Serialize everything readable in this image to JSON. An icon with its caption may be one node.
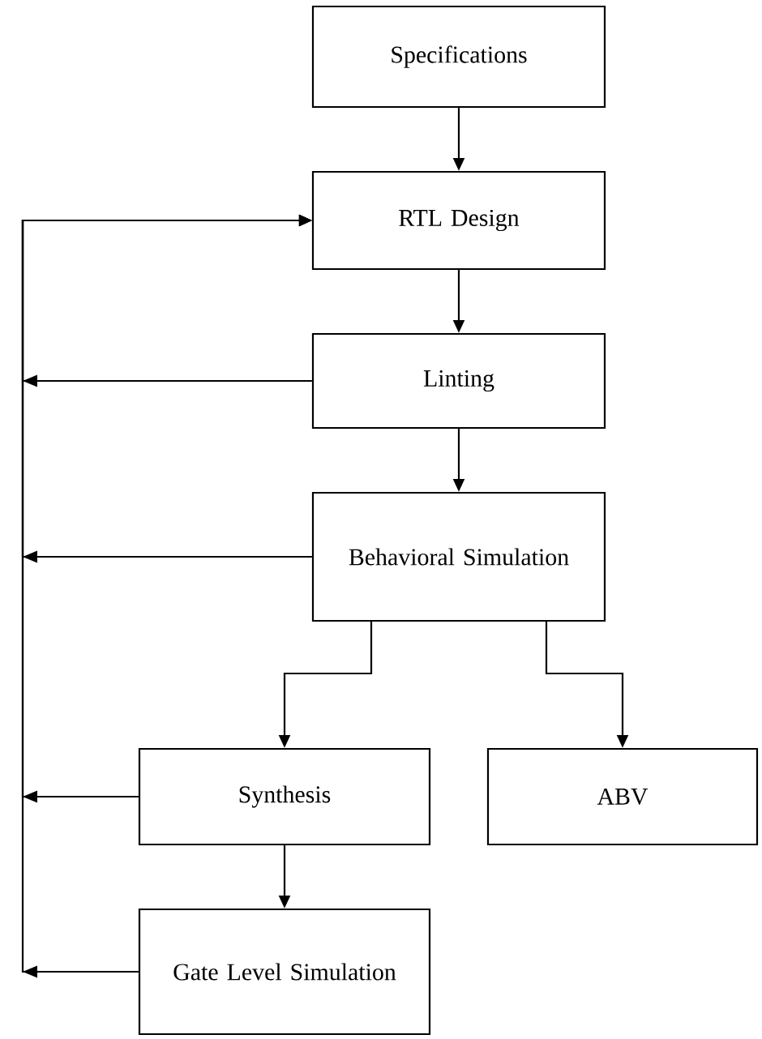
{
  "diagram": {
    "nodes": [
      {
        "text": [
          "Specifications"
        ]
      },
      {
        "text": [
          "RTL Design"
        ]
      },
      {
        "text": [
          "Linting"
        ]
      },
      {
        "text": [
          "Behavioral Simulation"
        ]
      },
      {
        "text": [
          "Synthesis"
        ]
      },
      {
        "text": [
          "ABV"
        ]
      },
      {
        "text": [
          "Gate Level Simulation"
        ]
      }
    ],
    "edges": [
      {
        "from": 0,
        "to": 1,
        "arrow": "to"
      },
      {
        "from": 1,
        "to": 2,
        "arrow": "to"
      },
      {
        "from": 2,
        "to": 3,
        "arrow": "to"
      },
      {
        "from": 3,
        "to": 4,
        "arrow": "to"
      },
      {
        "from": 3,
        "to": 5,
        "arrow": "to"
      },
      {
        "from": 4,
        "to": 6,
        "arrow": "to"
      },
      {
        "from": 2,
        "to": 1,
        "arrow": "to"
      },
      {
        "from": 3,
        "to": 1,
        "arrow": "to"
      },
      {
        "from": 4,
        "to": 1,
        "arrow": "to"
      },
      {
        "from": 6,
        "to": 1,
        "arrow": "to"
      }
    ]
  }
}
